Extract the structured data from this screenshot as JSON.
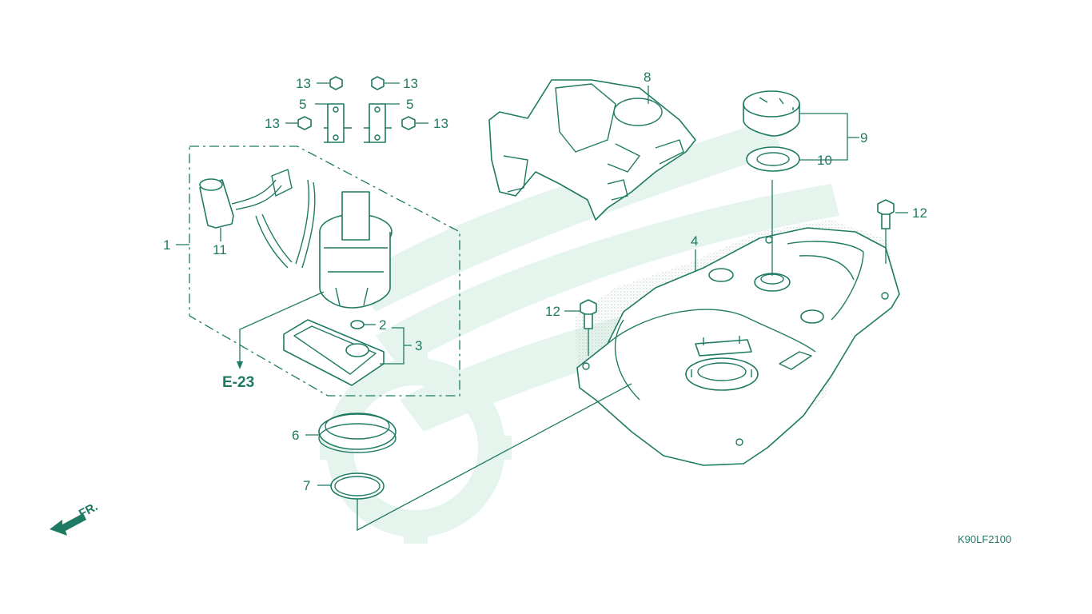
{
  "diagram_code": "K90LF2100",
  "direction_label": "FR.",
  "reference_label": "E-23",
  "colors": {
    "line": "#1f7a63",
    "watermark": "#dff2ea",
    "stipple": "#c9d6d0"
  },
  "callouts": {
    "c1": "1",
    "c2": "2",
    "c3": "3",
    "c4": "4",
    "c5a": "5",
    "c5b": "5",
    "c6": "6",
    "c7": "7",
    "c8": "8",
    "c9": "9",
    "c10": "10",
    "c11": "11",
    "c12a": "12",
    "c12b": "12",
    "c13a": "13",
    "c13b": "13",
    "c13c": "13",
    "c13d": "13"
  },
  "icons": [
    "direction-arrow-icon",
    "watermark-logo-icon"
  ]
}
